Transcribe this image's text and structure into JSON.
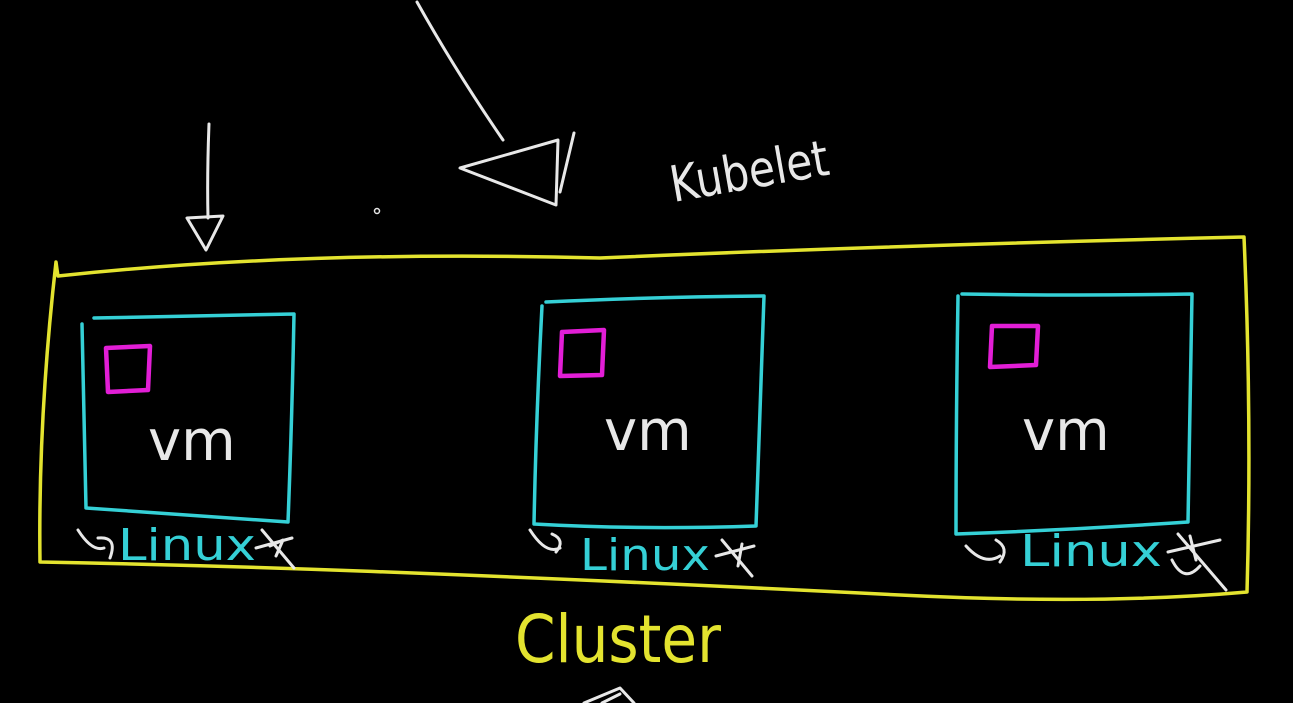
{
  "labels": {
    "kubelet": "Kubelet",
    "cluster": "Cluster",
    "vm_1": "vm",
    "vm_2": "vm",
    "vm_3": "vm",
    "os_1": "Linux",
    "os_2": "Linux",
    "os_3": "Linux"
  },
  "colors": {
    "background": "#000000",
    "cluster_border": "#e3e32f",
    "vm_border": "#35d0d6",
    "container_square": "#e21ed6",
    "linux_label": "#35d0d6",
    "ink": "#e8e8e8",
    "cluster_label": "#e3e32f"
  },
  "icons": {
    "arrows": "down-arrow-icon",
    "pointer": "diagonal-arrow-icon",
    "container": "square-icon"
  }
}
